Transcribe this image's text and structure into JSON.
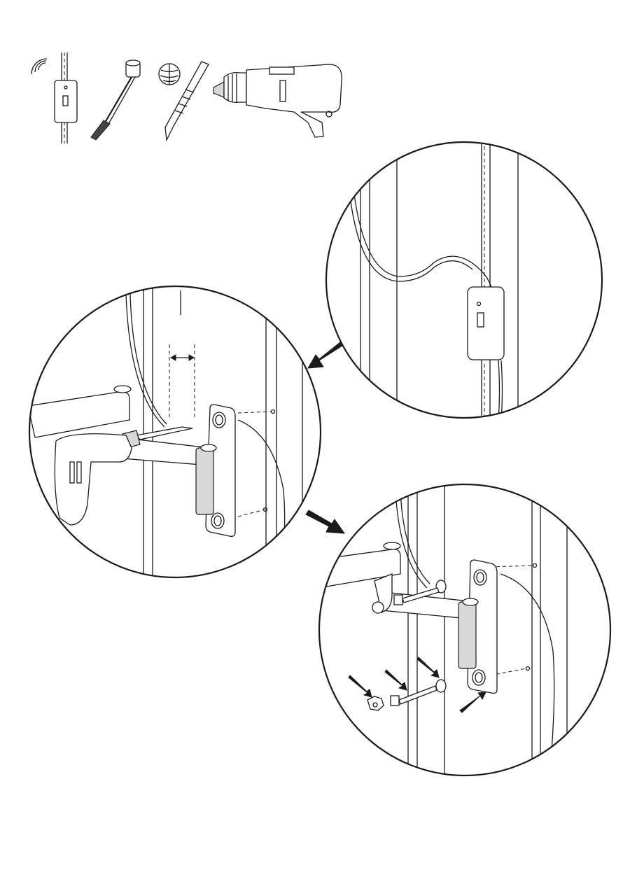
{
  "page": {
    "background": "#ffffff",
    "line_color": "#1a1a1a"
  },
  "tools": [
    {
      "icon": "wire-detector-icon"
    },
    {
      "icon": "socket-wrench-icon"
    },
    {
      "icon": "wood-drill-bit-icon"
    },
    {
      "icon": "power-drill-icon"
    }
  ],
  "steps": [
    {
      "icon": "check-wall-wiring-detail"
    },
    {
      "icon": "drill-holes-detail"
    },
    {
      "icon": "fasten-bracket-detail"
    }
  ]
}
